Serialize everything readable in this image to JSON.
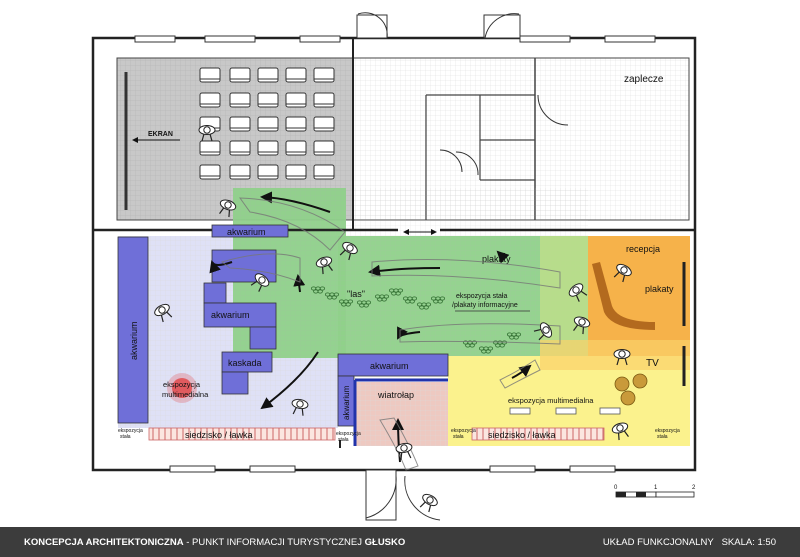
{
  "labels": {
    "ekran": "EKRAN",
    "zaplecze": "zaplecze",
    "akwarium_top": "akwarium",
    "akwarium_left": "akwarium",
    "akwarium_mid": "akwarium",
    "akwarium_center": "akwarium",
    "akwarium_small": "akwarium",
    "kaskada": "kaskada",
    "ekspozycja_multimedialna_left_1": "ekspozycja",
    "ekspozycja_multimedialna_left_2": "multimedialna",
    "las": "\"las\"",
    "plakaty_mid": "plakaty",
    "ekspozycja_stala_1": "ekspozycja stała",
    "ekspozycja_stala_2": "/plakaty informacyjne",
    "recepcja": "recepcja",
    "plakaty_right": "plakaty",
    "tv": "TV",
    "wiatrolap": "wiatrołap",
    "ekspozycja_multimedialna_right": "ekspozycja multimedialna",
    "siedzisko_left": "siedzisko / ławka",
    "siedzisko_right": "siedzisko / ławka",
    "ekspozycja_stala_small_a1": "ekspozycja",
    "ekspozycja_stala_small_a2": "stała",
    "ekspozycja_stala_small_b1": "ekspozycja",
    "ekspozycja_stala_small_b2": "stała",
    "ekspozycja_stala_small_c1": "ekspozycja",
    "ekspozycja_stala_small_c2": "stała",
    "ekspozycja_stala_small_d1": "ekspozycja",
    "ekspozycja_stala_small_d2": "stała"
  },
  "scale_bar": {
    "t0": "0",
    "t1": "1",
    "t2": "2"
  },
  "footer": {
    "title_bold": "KONCEPCJA ARCHITEKTONICZNA",
    "title_rest": " - PUNKT INFORMACJI TURYSTYCZNEJ ",
    "title_place": "GŁUSKO",
    "layout": "UKŁAD FUNKCJONALNY",
    "scale": "SKALA: 1:50"
  },
  "colors": {
    "blue_zone": "#dfe1f6",
    "blue_block": "#6f6fd8",
    "green_zone": "#8fd18a",
    "yellow_zone": "#fbf28d",
    "orange_zone": "#f6b24a",
    "pink_zone": "#eec9c1",
    "gray_room": "#c8c8c8",
    "wall": "#222222"
  }
}
